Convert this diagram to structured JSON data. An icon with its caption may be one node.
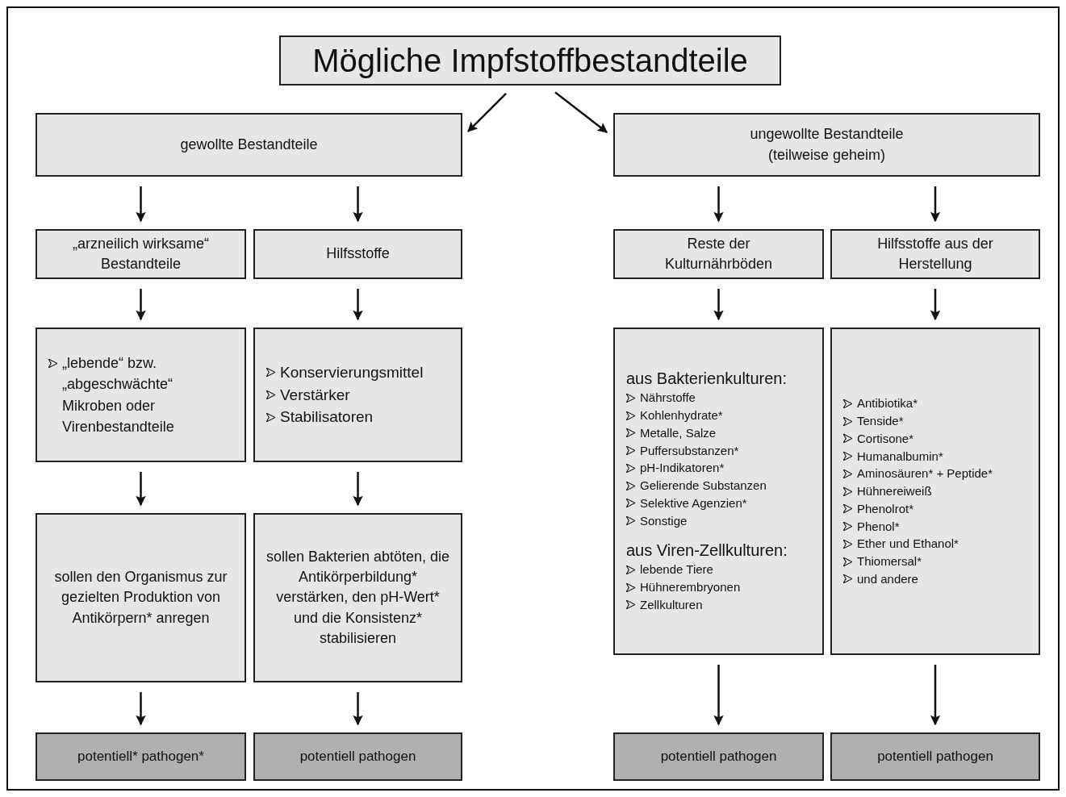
{
  "diagram": {
    "nodes": [
      {
        "text": [
          "Mögliche Impfstoffbestandteile"
        ]
      },
      {
        "text": [
          "gewollte Bestandteile"
        ]
      },
      {
        "text": [
          "ungewollte Bestandteile (teilweise geheim)"
        ]
      },
      {
        "text": [
          "„arzneilich wirksame“ Bestandteile"
        ]
      },
      {
        "text": [
          "Hilfsstoffe"
        ]
      },
      {
        "text": [
          "Reste der Kulturnährböden"
        ]
      },
      {
        "text": [
          "Hilfsstoffe aus der Herstellung"
        ]
      },
      {
        "text": [
          "„lebende“ bzw. „abgeschwächte“ Mikroben oder Virenbestandteile"
        ]
      },
      {
        "text": [
          "Konservierungsmittel",
          "Verstärker",
          "Stabilisatoren"
        ]
      },
      {
        "text": [
          "aus Bakterienkulturen:",
          "Nährstoffe",
          "Kohlenhydrate*",
          "Metalle, Salze",
          "Puffersubstanzen*",
          "pH-Indikatoren*",
          "Gelierende Substanzen",
          "Selektive Agenzien*",
          "Sonstige",
          "aus Viren-Zellkulturen:",
          "lebende Tiere",
          "Hühnerembryonen",
          "Zellkulturen"
        ]
      },
      {
        "text": [
          "Antibiotika*",
          "Tenside*",
          "Cortisone*",
          "Humanalbumin*",
          "Aminosäuren* + Peptide*",
          "Hühnereiweiß",
          "Phenolrot*",
          "Phenol*",
          "Ether und Ethanol*",
          "Thiomersal*",
          "und andere"
        ]
      },
      {
        "text": [
          "sollen den Organismus zur gezielten Produktion von Antikörpern* anregen"
        ]
      },
      {
        "text": [
          "sollen Bakterien abtöten, die Antikörperbildung* verstärken, den pH-Wert* und die Konsistenz* stabilisieren"
        ]
      },
      {
        "text": [
          "potentiell* pathogen*"
        ]
      },
      {
        "text": [
          "potentiell pathogen"
        ]
      },
      {
        "text": [
          "potentiell pathogen"
        ]
      },
      {
        "text": [
          "potentiell pathogen"
        ]
      }
    ],
    "edges": [
      {
        "from": 0,
        "to": 1,
        "arrow": "to"
      },
      {
        "from": 0,
        "to": 2,
        "arrow": "to"
      },
      {
        "from": 1,
        "to": 3,
        "arrow": "to"
      },
      {
        "from": 1,
        "to": 4,
        "arrow": "to"
      },
      {
        "from": 2,
        "to": 5,
        "arrow": "to"
      },
      {
        "from": 2,
        "to": 6,
        "arrow": "to"
      },
      {
        "from": 3,
        "to": 7,
        "arrow": "to"
      },
      {
        "from": 4,
        "to": 8,
        "arrow": "to"
      },
      {
        "from": 5,
        "to": 9,
        "arrow": "to"
      },
      {
        "from": 6,
        "to": 10,
        "arrow": "to"
      },
      {
        "from": 7,
        "to": 11,
        "arrow": "to"
      },
      {
        "from": 8,
        "to": 12,
        "arrow": "to"
      },
      {
        "from": 9,
        "to": 15,
        "arrow": "to"
      },
      {
        "from": 10,
        "to": 16,
        "arrow": "to"
      },
      {
        "from": 11,
        "to": 13,
        "arrow": "to"
      },
      {
        "from": 12,
        "to": 14,
        "arrow": "to"
      }
    ]
  }
}
